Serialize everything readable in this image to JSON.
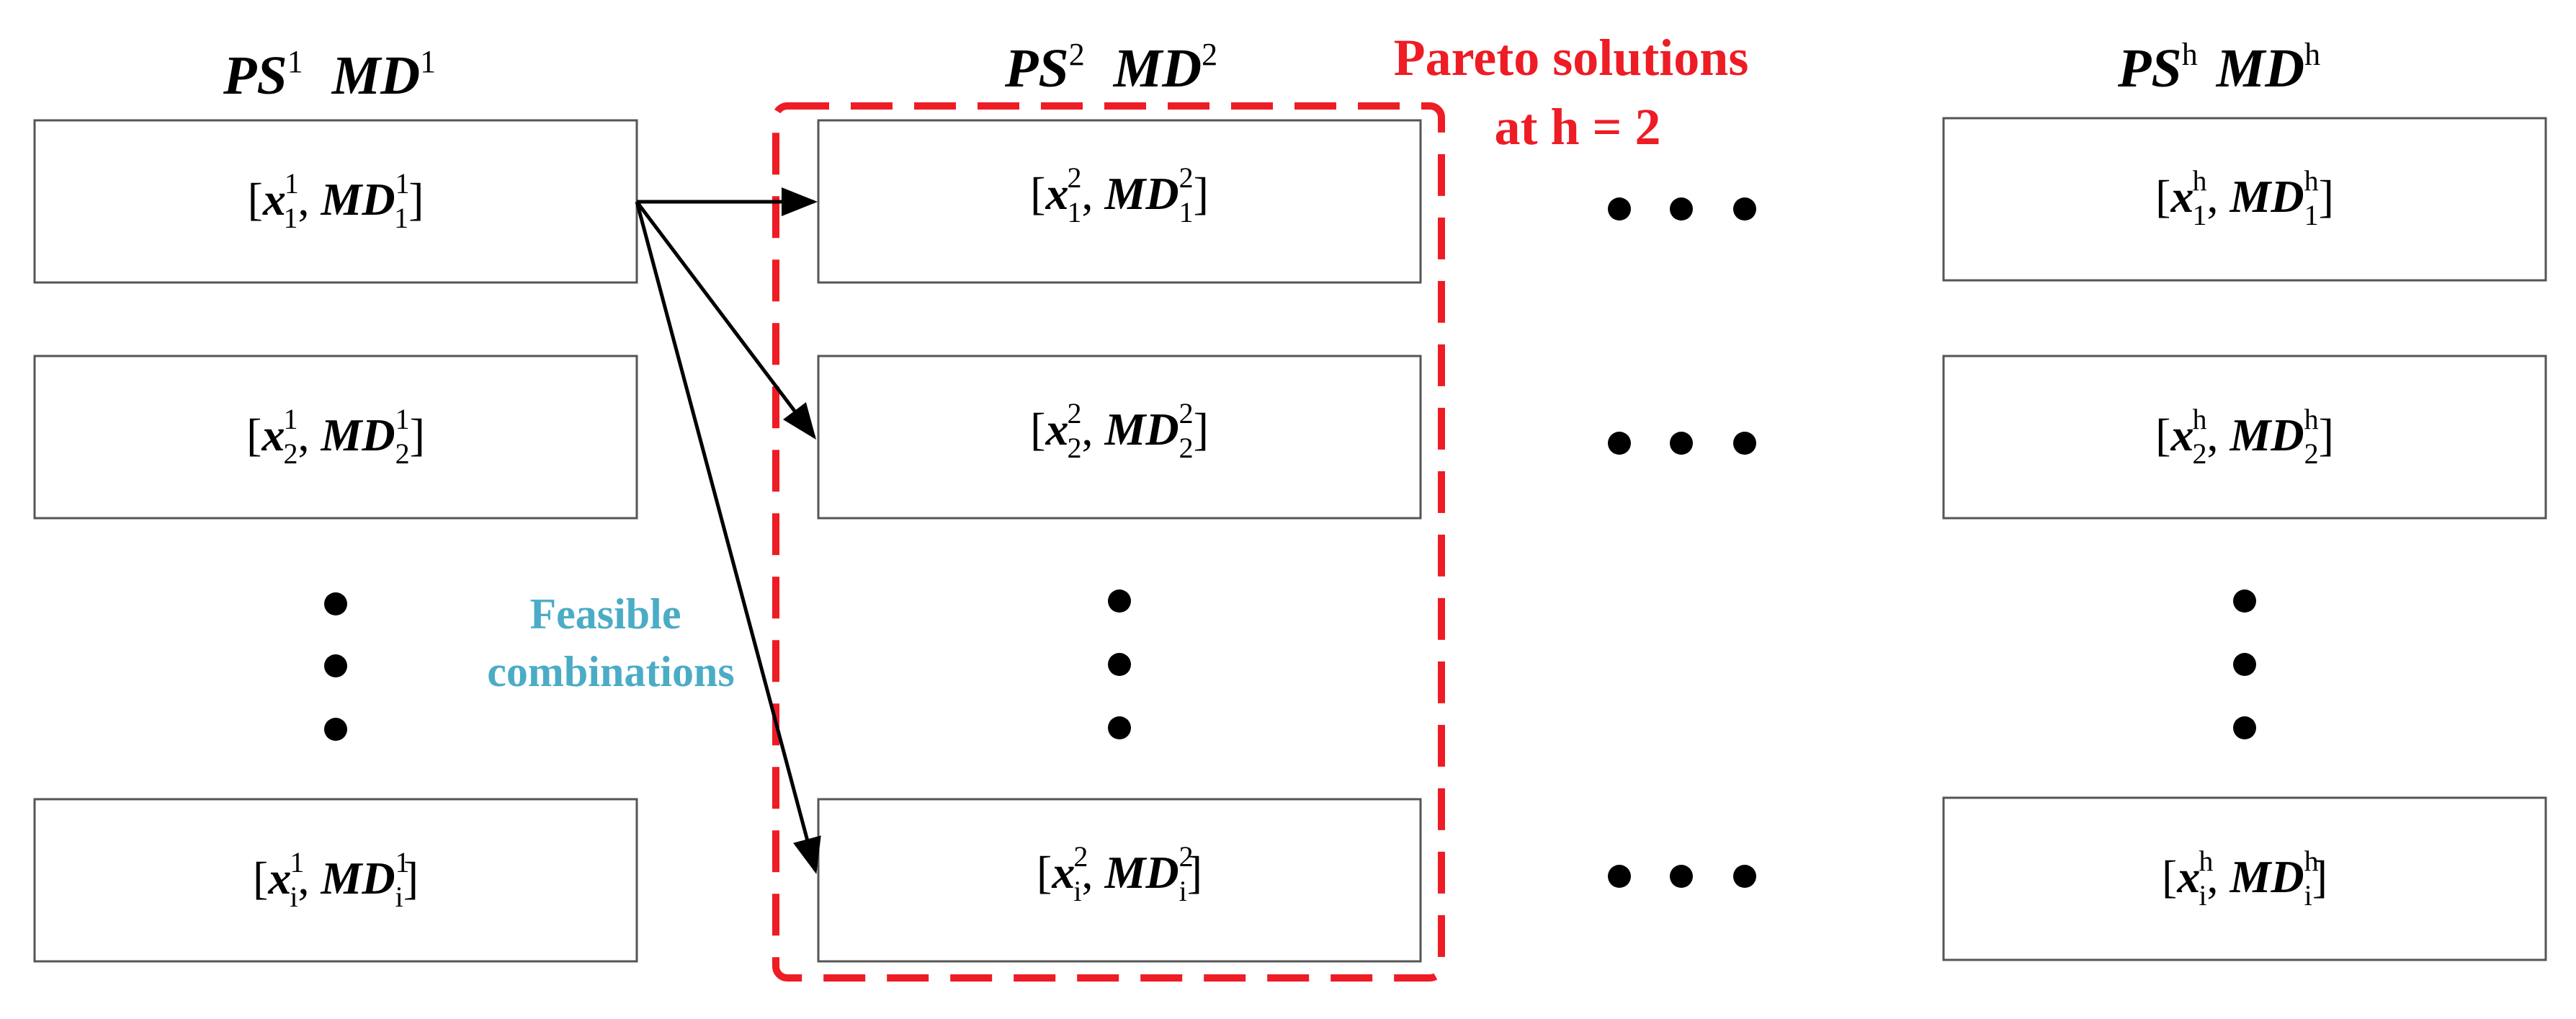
{
  "columns": [
    {
      "header": {
        "ps": "PS",
        "md": "MD",
        "sup": "1"
      },
      "level": "1",
      "cells": [
        {
          "x": "x",
          "md": "MD",
          "sub": "1"
        },
        {
          "x": "x",
          "md": "MD",
          "sub": "2"
        },
        {
          "x": "x",
          "md": "MD",
          "sub": "i"
        }
      ]
    },
    {
      "header": {
        "ps": "PS",
        "md": "MD",
        "sup": "2"
      },
      "level": "2",
      "cells": [
        {
          "x": "x",
          "md": "MD",
          "sub": "1"
        },
        {
          "x": "x",
          "md": "MD",
          "sub": "2"
        },
        {
          "x": "x",
          "md": "MD",
          "sub": "i"
        }
      ]
    },
    {
      "header": {
        "ps": "PS",
        "md": "MD",
        "sup": "h"
      },
      "level": "h",
      "cells": [
        {
          "x": "x",
          "md": "MD",
          "sub": "1"
        },
        {
          "x": "x",
          "md": "MD",
          "sub": "2"
        },
        {
          "x": "x",
          "md": "MD",
          "sub": "i"
        }
      ]
    }
  ],
  "annotations": {
    "pareto_line1": "Pareto solutions",
    "pareto_line2": "at h = 2",
    "feasible_line1": "Feasible",
    "feasible_line2": "combinations"
  },
  "colors": {
    "pareto": "#ee1c24",
    "feasible": "#4bacc6",
    "stroke": "#000000"
  }
}
